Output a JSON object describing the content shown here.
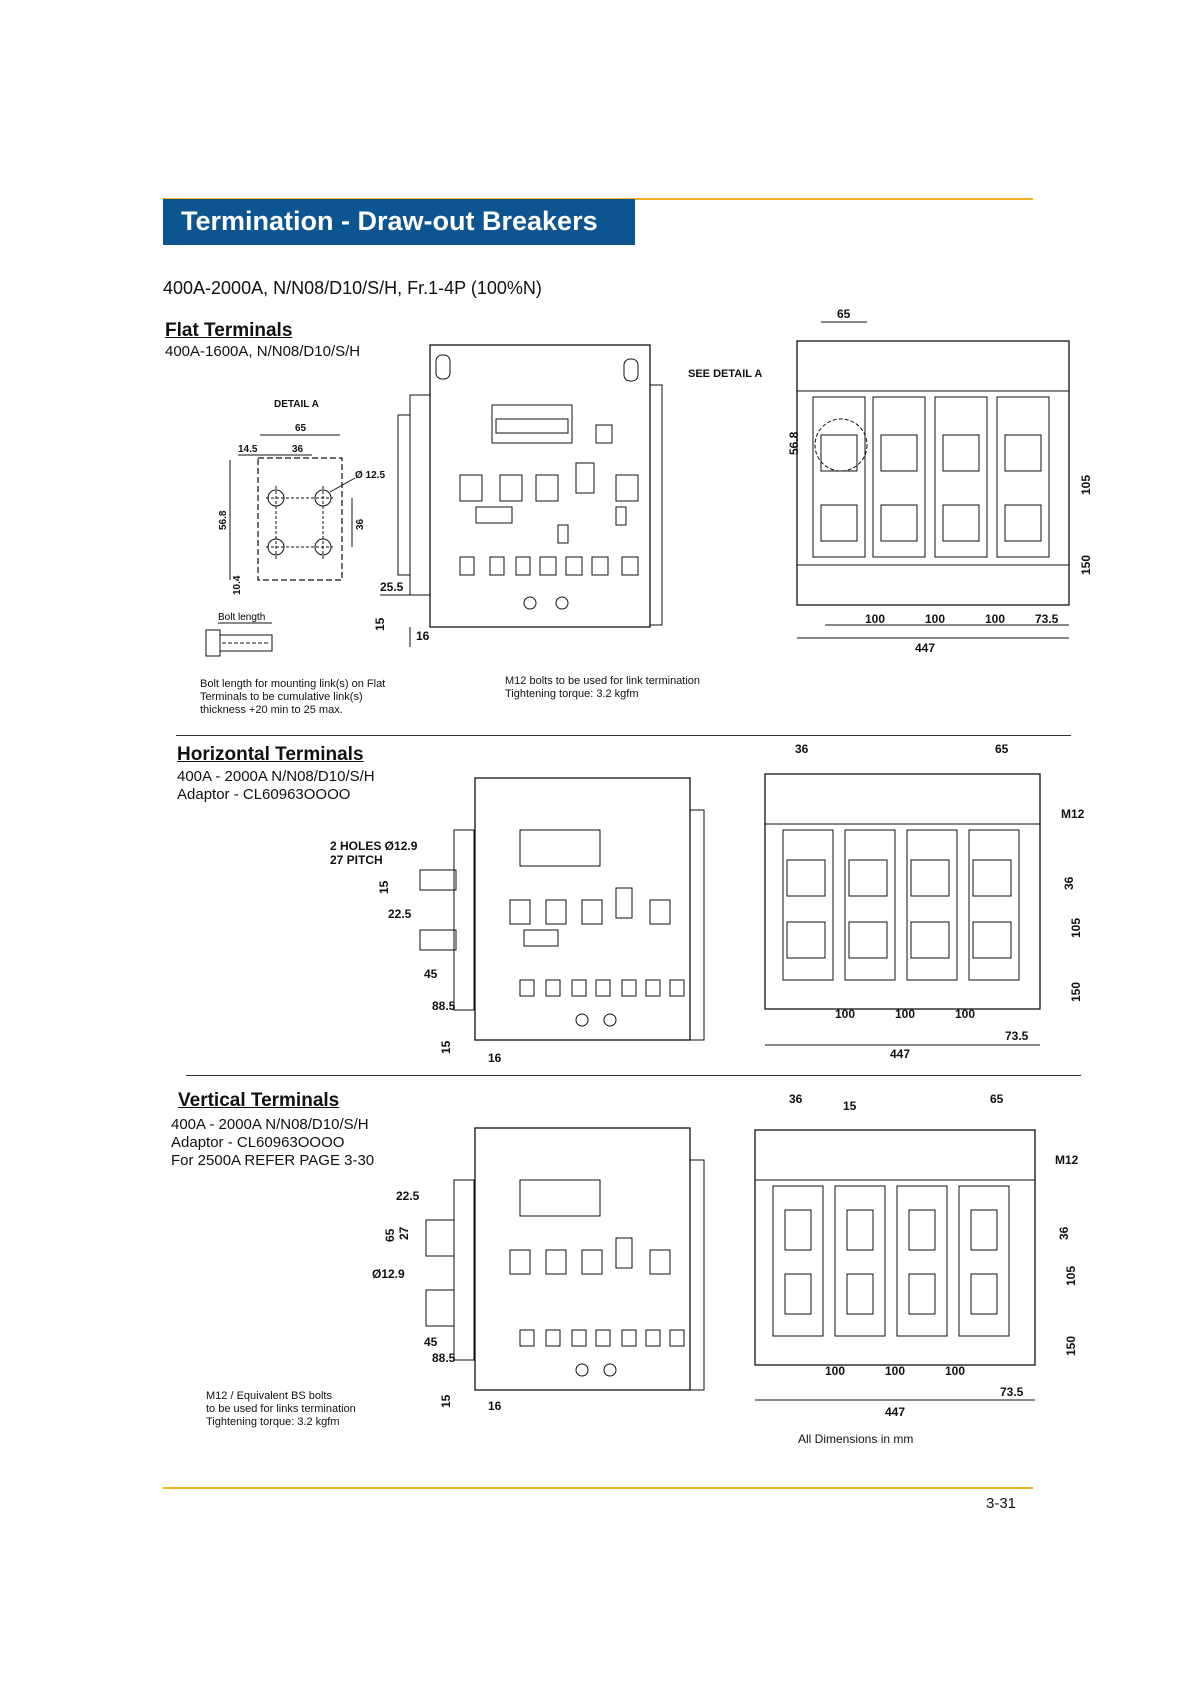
{
  "header": {
    "title": "Termination - Draw-out Breakers",
    "subtitle": "400A-2000A, N/N08/D10/S/H, Fr.1-4P (100%N)"
  },
  "flat": {
    "heading": "Flat Terminals",
    "sub": "400A-1600A, N/N08/D10/S/H",
    "detail_title": "DETAIL  A",
    "see_detail": "SEE DETAIL  A",
    "bolt_length_label": "Bolt length",
    "note_bolt": [
      "Bolt length for mounting link(s) on Flat",
      "Terminals to be cumulative link(s)",
      "thickness +20 min to 25 max."
    ],
    "note_m12": [
      "M12 bolts to be used for link termination",
      "Tightening torque: 3.2 kgfm"
    ],
    "dims": {
      "detail_65": "65",
      "detail_14_5": "14.5",
      "detail_36_top": "36",
      "detail_dia": "Ø 12.5",
      "detail_56_8": "56.8",
      "detail_36_side": "36",
      "detail_10_4": "10.4",
      "side_25_5": "25.5",
      "side_15": "15",
      "side_16": "16",
      "front_65": "65",
      "front_56_8": "56.8",
      "front_105": "105",
      "front_150": "150",
      "front_100a": "100",
      "front_100b": "100",
      "front_100c": "100",
      "front_73_5": "73.5",
      "front_447": "447"
    }
  },
  "horizontal": {
    "heading": "Horizontal Terminals",
    "sub1": "400A - 2000A  N/N08/D10/S/H",
    "sub2": "Adaptor - CL60963OOOO",
    "holes": "2 HOLES Ø12.9",
    "pitch": "27 PITCH",
    "dims": {
      "s15": "15",
      "s22_5": "22.5",
      "s45": "45",
      "s88_5": "88.5",
      "s15b": "15",
      "s16": "16",
      "f36": "36",
      "f65": "65",
      "fM12": "M12",
      "f36b": "36",
      "f105": "105",
      "f150": "150",
      "f100a": "100",
      "f100b": "100",
      "f100c": "100",
      "f73_5": "73.5",
      "f447": "447"
    }
  },
  "vertical": {
    "heading": "Vertical Terminals",
    "sub1": "400A - 2000A   N/N08/D10/S/H",
    "sub2": "Adaptor - CL60963OOOO",
    "sub3": "For 2500A REFER PAGE 3-30",
    "note": [
      "M12 / Equivalent BS bolts",
      "to be used for links termination",
      "Tightening torque: 3.2 kgfm"
    ],
    "dims": {
      "s22_5": "22.5",
      "s65": "65",
      "s27": "27",
      "sdia": "Ø12.9",
      "s45": "45",
      "s88_5": "88.5",
      "s15": "15",
      "s16": "16",
      "f36": "36",
      "f15": "15",
      "f65": "65",
      "fM12": "M12",
      "f36b": "36",
      "f105": "105",
      "f150": "150",
      "f100a": "100",
      "f100b": "100",
      "f100c": "100",
      "f73_5": "73.5",
      "f447": "447"
    },
    "all_dims": "All Dimensions in mm"
  },
  "footer": {
    "page": "3-31"
  },
  "colors": {
    "banner": "#0d5590",
    "accent_rule": "#f0b323"
  }
}
